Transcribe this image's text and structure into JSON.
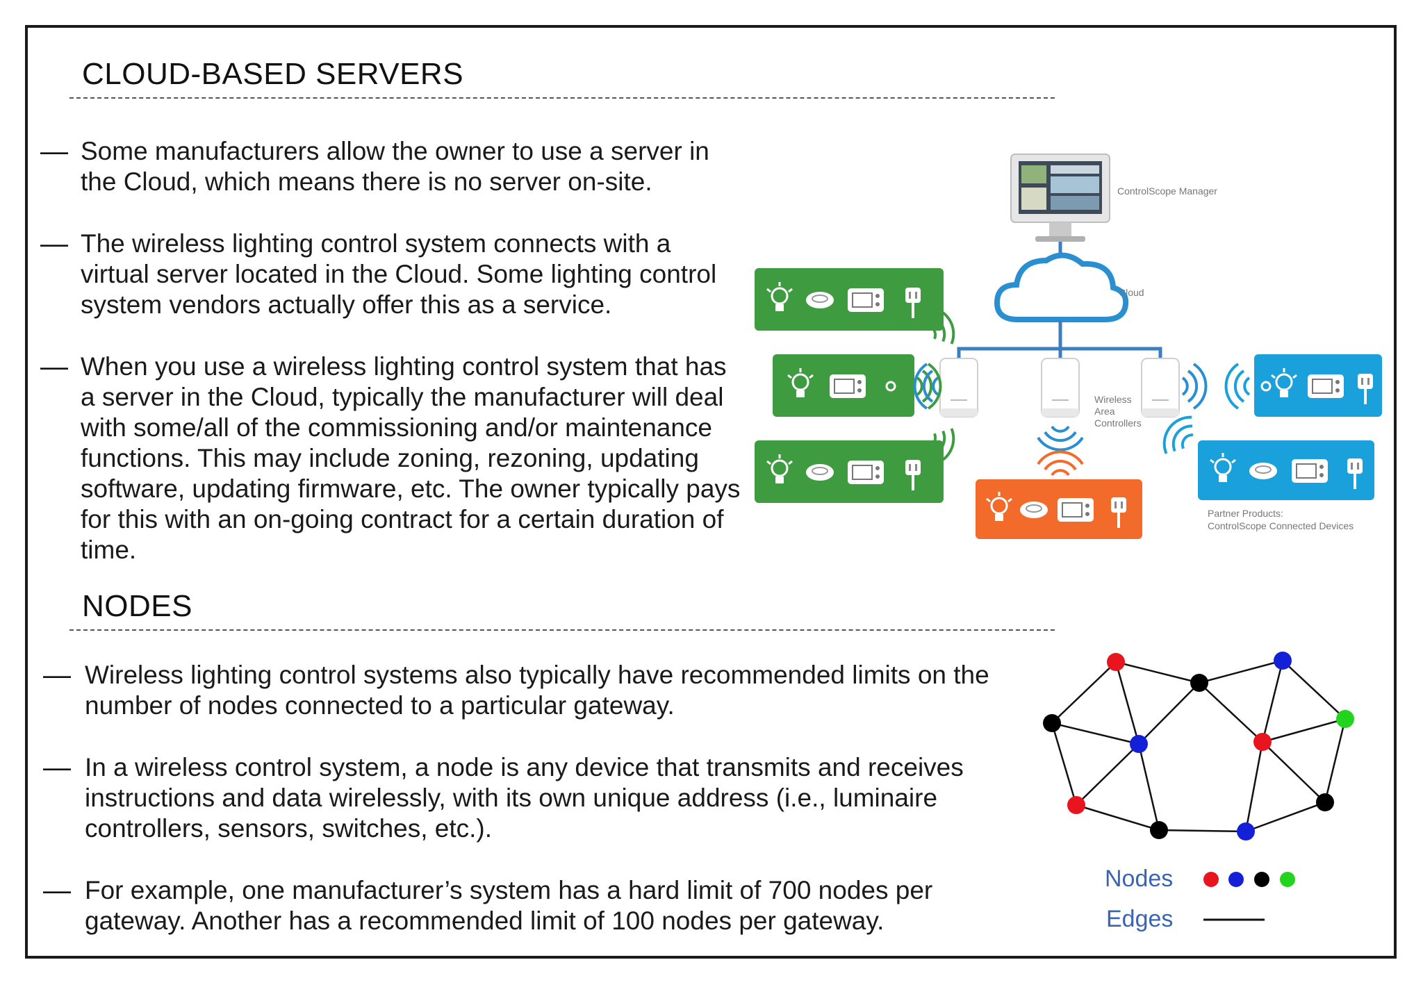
{
  "sections": {
    "cloud": {
      "title": "CLOUD-BASED SERVERS",
      "bullets": [
        {
          "dash": "—",
          "lines": [
            "Some manufacturers allow the owner to use a server in",
            "the Cloud, which means there is no server on-site."
          ]
        },
        {
          "dash": "—",
          "lines": [
            "The wireless lighting control system connects with a",
            "virtual server located in the Cloud. Some lighting control",
            "system vendors actually offer this as a service."
          ]
        },
        {
          "dash": "—",
          "lines": [
            "When you use a wireless lighting control system that has",
            "a server in the Cloud, typically the manufacturer will deal",
            "with some/all of the commissioning and/or maintenance",
            "functions. This may include zoning, rezoning, updating",
            "software, updating firmware, etc. The owner typically pays",
            "for this with an on-going contract for a certain duration of",
            "time."
          ]
        }
      ]
    },
    "nodes": {
      "title": "NODES",
      "bullets": [
        {
          "dash": "—",
          "lines": [
            "Wireless lighting control systems also typically have recommended limits on the",
            "number of nodes connected to a particular gateway."
          ]
        },
        {
          "dash": "—",
          "lines": [
            "In a wireless control system, a node is any device that transmits and receives",
            "instructions and data wirelessly, with its own unique address (i.e., luminaire",
            "controllers, sensors, switches, etc.)."
          ]
        },
        {
          "dash": "—",
          "lines": [
            "For example, one manufacturer’s system has a hard limit of 700 nodes per",
            "gateway. Another has a recommended limit of 100 nodes per gateway."
          ]
        }
      ]
    }
  },
  "cloud_diagram": {
    "manager_label": "ControlScope Manager",
    "cloud_label": "Cloud",
    "controllers_label": [
      "Wireless",
      "Area",
      "Controllers"
    ],
    "partner_label": [
      "Partner Products:",
      "ControlScope Connected Devices"
    ],
    "colors": {
      "green": "#3f9b3f",
      "blue": "#1aa0db",
      "orange": "#f26b2a",
      "cloud": "#2a8fd0",
      "link": "#3c7fc0"
    }
  },
  "graph_diagram": {
    "legend_nodes": "Nodes",
    "legend_edges": "Edges",
    "legend_colors": [
      "#e8141e",
      "#1420d8",
      "#000000",
      "#22d41e"
    ]
  }
}
